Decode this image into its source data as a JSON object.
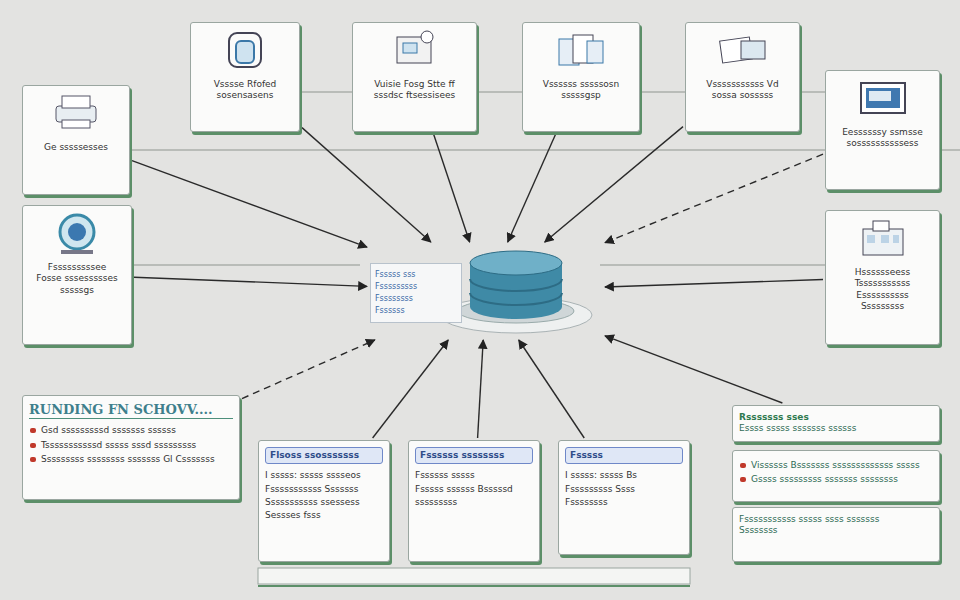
{
  "diagram": {
    "nodes": [
      {
        "text": [
          "Ge sssssesses"
        ]
      },
      {
        "text": [
          "Vsssse Rfofed",
          "sosensasens"
        ]
      },
      {
        "text": [
          "Vuisie Fosg Stte ff",
          "sssdsc ftsessisees"
        ]
      },
      {
        "text": [
          "Vssssss sssssosn",
          "sssssgsp"
        ]
      },
      {
        "text": [
          "Vsssssssssss Vd",
          "sossa sosssss"
        ]
      },
      {
        "text": [
          "Eessssssy ssmsse",
          "sossssssssssess"
        ]
      },
      {
        "text": [
          "Fsssssssssee",
          "Fosse sssessssses",
          "sssssgs"
        ]
      },
      {
        "text": [
          "Fsssss sss",
          "Fsssssssss",
          "Fssssssss",
          "Fssssss"
        ]
      },
      {
        "text": [
          "Hsssssseess",
          "Tsssssssssss",
          "Essssssssss",
          "Sssssssss"
        ]
      },
      {
        "text": [
          "RUNDING FN SCHOVV....",
          "Gsd sssssssssd sssssss ssssss",
          "Tsssssssssssd sssss sssd sssssssss",
          "Sssssssss ssssssss sssssss Gl Csssssss"
        ]
      },
      {
        "text": [
          "Flsoss ssosssssss",
          "I sssss: sssss sssseos",
          "Fsssssssssss Sssssss",
          "Sssssssssss ssessess",
          "Sessses fsss"
        ]
      },
      {
        "text": [
          "Fssssss ssssssss",
          "Fssssss sssss",
          "Fsssss ssssss Bsssssd",
          "sssssssss"
        ]
      },
      {
        "text": [
          "Fsssss",
          "I sssss: sssss Bs",
          "Fsssssssss Ssss",
          "Fssssssss"
        ]
      },
      {
        "text": [
          "Rsssssss sses",
          "Essss sssss sssssss ssssss"
        ]
      },
      {
        "text": [
          "Vissssss Bsssssss sssssssssssss sssss",
          "Gssss sssssssss sssssss ssssssss"
        ]
      },
      {
        "text": [
          "Fsssssssssss sssss ssss sssssss",
          "Ssssssss"
        ]
      }
    ],
    "edges": [
      {
        "from": 0,
        "to": 7,
        "arrow": "to"
      },
      {
        "from": 1,
        "to": 7,
        "arrow": "to"
      },
      {
        "from": 2,
        "to": 7,
        "arrow": "to"
      },
      {
        "from": 3,
        "to": 7,
        "arrow": "to"
      },
      {
        "from": 4,
        "to": 7,
        "arrow": "to"
      },
      {
        "from": 5,
        "to": 7,
        "arrow": "to"
      },
      {
        "from": 6,
        "to": 7,
        "arrow": "to"
      },
      {
        "from": 8,
        "to": 7,
        "arrow": "to"
      },
      {
        "from": 9,
        "to": 7,
        "arrow": "to"
      },
      {
        "from": 10,
        "to": 7,
        "arrow": "to"
      },
      {
        "from": 11,
        "to": 7,
        "arrow": "to"
      },
      {
        "from": 12,
        "to": 7,
        "arrow": "to"
      },
      {
        "from": 13,
        "to": 7,
        "arrow": "to"
      }
    ]
  }
}
